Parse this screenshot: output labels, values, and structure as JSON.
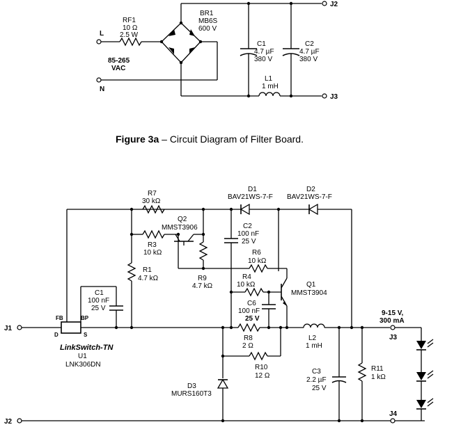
{
  "figure_a": {
    "caption_num": "Figure 3a",
    "caption_text": " – Circuit Diagram of Filter Board.",
    "L": "L",
    "N": "N",
    "input_v1": "85-265",
    "input_v2": "VAC",
    "RF1": [
      "RF1",
      "10 Ω",
      "2.5 W"
    ],
    "BR1": [
      "BR1",
      "MB6S",
      "600 V"
    ],
    "C1": [
      "C1",
      "4.7 µF",
      "380 V"
    ],
    "C2": [
      "C2",
      "4.7 µF",
      "380 V"
    ],
    "L1": [
      "L1",
      "1 mH"
    ],
    "J2": "J2",
    "J3": "J3"
  },
  "figure_b": {
    "R7": [
      "R7",
      "30 kΩ"
    ],
    "D1": [
      "D1",
      "BAV21WS-7-F"
    ],
    "D2": [
      "D2",
      "BAV21WS-7-F"
    ],
    "Q2": [
      "Q2",
      "MMST3906"
    ],
    "C2": [
      "C2",
      "100 nF",
      "25 V"
    ],
    "R3": [
      "R3",
      "10 kΩ"
    ],
    "R6": [
      "R6",
      "10 kΩ"
    ],
    "R1": [
      "R1",
      "4.7 kΩ"
    ],
    "R9": [
      "R9",
      "4.7 kΩ"
    ],
    "R4": [
      "R4",
      "10 kΩ"
    ],
    "Q1": [
      "Q1",
      "MMST3904"
    ],
    "C1": [
      "C1",
      "100 nF",
      "25 V"
    ],
    "C6": [
      "C6",
      "100 nF",
      "25 V"
    ],
    "R8": [
      "R8",
      "2 Ω"
    ],
    "L2": [
      "L2",
      "1 mH"
    ],
    "R10": [
      "R10",
      "12 Ω"
    ],
    "C3": [
      "C3",
      "2.2 µF",
      "25 V"
    ],
    "R11": [
      "R11",
      "1 kΩ"
    ],
    "D3": [
      "D3",
      "MURS160T3"
    ],
    "U1": [
      "LinkSwitch-TN",
      "U1",
      "LNK306DN"
    ],
    "pins": [
      "FB",
      "BP",
      "D",
      "S"
    ],
    "output": [
      "9-15 V,",
      "300 mA"
    ],
    "J1": "J1",
    "J2": "J2",
    "J3": "J3",
    "J4": "J4"
  }
}
